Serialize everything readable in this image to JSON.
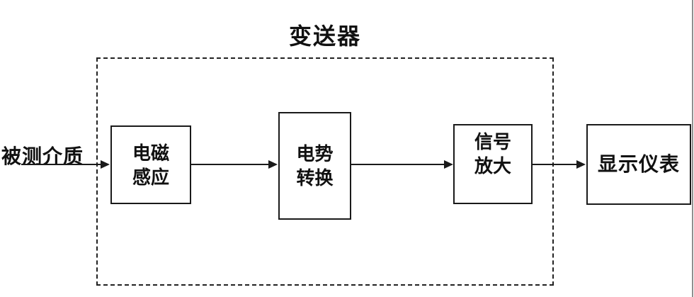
{
  "diagram": {
    "title": "变送器",
    "source_label": "被测介质",
    "blocks": {
      "induction": {
        "line1": "电磁",
        "line2": "感应"
      },
      "conversion": {
        "line1": "电势",
        "line2": "转换"
      },
      "amplify": {
        "line1": "信号",
        "line2": "放大"
      },
      "display": {
        "label": "显示仪表"
      }
    },
    "colors": {
      "line": "#1a1a1a",
      "background": "#ffffff",
      "edge_line": "#8f8f8f"
    }
  }
}
